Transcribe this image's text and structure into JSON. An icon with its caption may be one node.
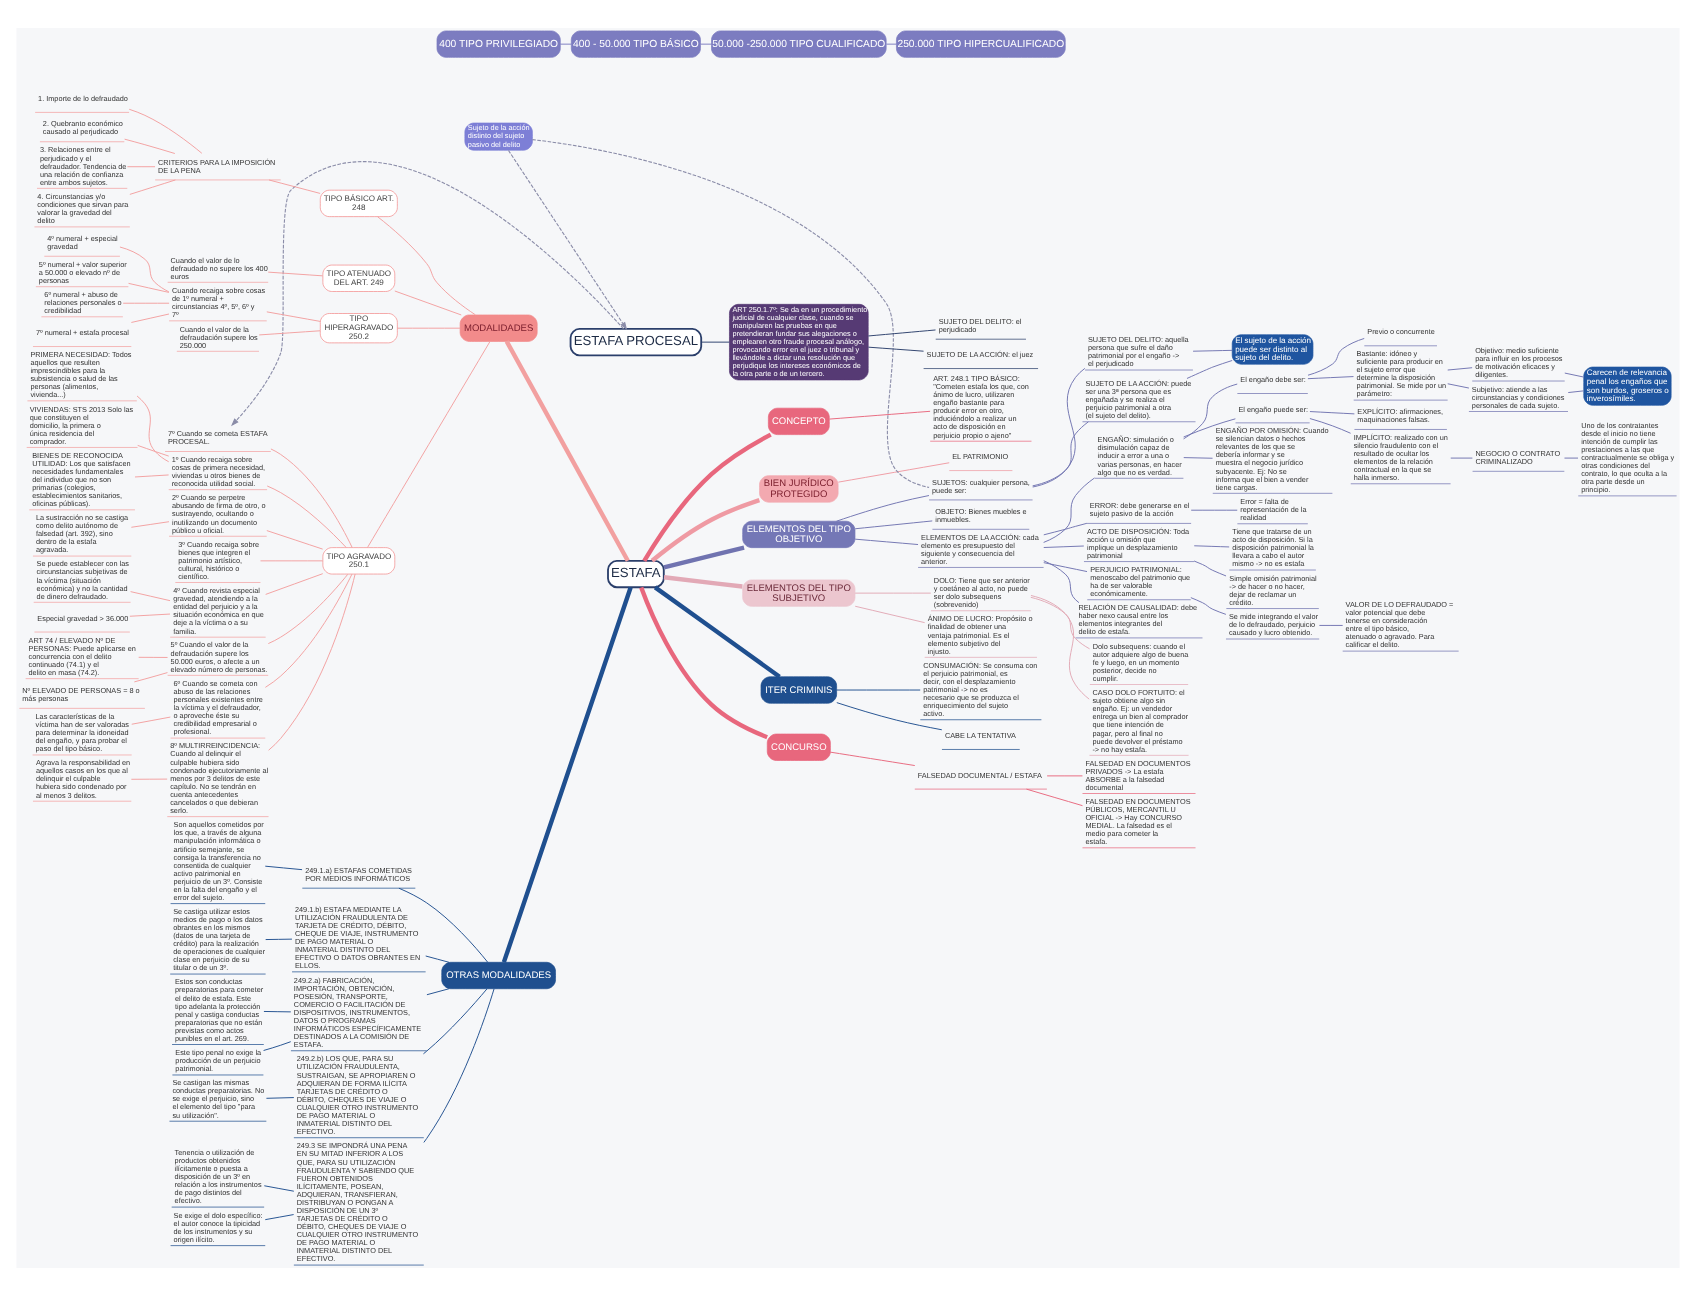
{
  "diagram": {
    "nodes": [
      {
        "text": [
          "ESTAFA"
        ]
      },
      {
        "text": [
          "CONCEPTO"
        ]
      },
      {
        "text": [
          "ART. 248.1 TIPO BÁSICO: \"Cometen estafa los que, con ánimo de lucro, utilizaren engaño bastante para producir error en otro, induciéndolo a realizar un acto de disposición en perjuicio propio o ajeno\""
        ]
      },
      {
        "text": [
          "BIEN JURÍDICO PROTEGIDO"
        ]
      },
      {
        "text": [
          "EL PATRIMONIO"
        ]
      },
      {
        "text": [
          "ELEMENTOS DEL TIPO OBJETIVO"
        ]
      },
      {
        "text": [
          "OBJETO: Bienes muebles e inmuebles."
        ]
      },
      {
        "text": [
          "ELEMENTOS DE LA ACCIÓN: cada elemento es presupuesto del siguiente y consecuencia del anterior."
        ]
      },
      {
        "text": [
          "ENGAÑO: simulación o disimulación capaz de inducir a error a una o varias personas, en hacer algo que no es verdad."
        ]
      },
      {
        "text": [
          "El engaño debe ser:"
        ]
      },
      {
        "text": [
          "Previo o concurrente"
        ]
      },
      {
        "text": [
          "Bastante: idóneo y suficiente para producir en el sujeto error que determine la disposición patrimonial. Se mide por un parámetro:"
        ]
      },
      {
        "text": [
          "Objetivo: medio suficiente para influir en los procesos de motivación eficaces y diligentes."
        ]
      },
      {
        "text": [
          "Subjetivo: atiende a las circunstancias y condiciones personales de cada sujeto."
        ]
      },
      {
        "text": [
          "Carecen de relevancia penal los engaños que son burdos, groseros o inverosímiles."
        ]
      },
      {
        "text": [
          "El engaño puede ser:"
        ]
      },
      {
        "text": [
          "EXPLÍCITO: afirmaciones, maquinaciones falsas."
        ]
      },
      {
        "text": [
          "IMPLÍCITO: realizado con un silencio fraudulento con el resultado de ocultar los elementos de la relación contractual en la que se halla inmerso."
        ]
      },
      {
        "text": [
          "NEGOCIO O CONTRATO CRIMINALIZADO"
        ]
      },
      {
        "text": [
          "Uno de los contratantes desde el inicio no tiene intención de cumplir las prestaciones a las que contractualmente se obliga y otras condiciones del contrato, lo que oculta a la otra parte desde un principio."
        ]
      },
      {
        "text": [
          "ENGAÑO POR OMISIÓN: Cuando se silencian datos o hechos relevantes de los que se debería informar y se muestra el negocio jurídico subyacente. Ej: No se informa que el bien a vender tiene cargas."
        ]
      },
      {
        "text": [
          "ERROR: debe generarse en el sujeto pasivo de la acción"
        ]
      },
      {
        "text": [
          "Error = falta de representación de la realidad"
        ]
      },
      {
        "text": [
          "ACTO DE DISPOSICIÓN: Toda acción u omisión que implique un desplazamiento patrimonial"
        ]
      },
      {
        "text": [
          "Tiene que tratarse de un acto de disposición. Si la disposición patrimonial la llevara a cabo el autor mismo -> no es estafa"
        ]
      },
      {
        "text": [
          "Simple omisión patrimonial -> de hacer o no hacer, dejar de reclamar un crédito."
        ]
      },
      {
        "text": [
          "PERJUICIO PATRIMONIAL: menoscabo del patrimonio que ha de ser valorable económicamente."
        ]
      },
      {
        "text": [
          "Se mide integrando el valor de lo defraudado, perjuicio causado y lucro obtenido."
        ]
      },
      {
        "text": [
          "VALOR DE LO DEFRAUDADO = valor potencial que debe tenerse en consideración entre el tipo básico, atenuado o agravado. Para calificar el delito."
        ]
      },
      {
        "text": [
          "RELACIÓN DE CAUSALIDAD: debe haber nexo causal entre los elementos integrantes del delito de estafa."
        ]
      },
      {
        "text": [
          "SUJETOS: cualquier persona, puede ser:"
        ]
      },
      {
        "text": [
          "SUJETO DEL DELITO: aquella persona que sufre el daño patrimonial por el engaño -> el perjudicado"
        ]
      },
      {
        "text": [
          "SUJETO DE LA ACCIÓN: puede ser una 3ª persona que es engañada y se realiza el perjuicio patrimonial a otra (el sujeto del delito)."
        ]
      },
      {
        "text": [
          "El sujeto de la acción puede ser distinto al sujeto del delito."
        ]
      },
      {
        "text": [
          "ELEMENTOS DEL TIPO SUBJETIVO"
        ]
      },
      {
        "text": [
          "DOLO: Tiene que ser anterior y coetáneo al acto, no puede ser dolo subsequens (sobrevenido)"
        ]
      },
      {
        "text": [
          "Dolo subsequens: cuando el autor adquiere algo de buena fe y luego, en un momento posterior, decide no cumplir."
        ]
      },
      {
        "text": [
          "CASO DOLO FORTUITO: el sujeto obtiene algo sin engaño. Ej: un vendedor entrega un bien al comprador que tiene intención de pagar, pero al final no puede devolver el préstamo -> no hay estafa."
        ]
      },
      {
        "text": [
          "ÁNIMO DE LUCRO: Propósito o finalidad de obtener una ventaja patrimonial. Es el elemento subjetivo del injusto."
        ]
      },
      {
        "text": [
          "ITER CRIMINIS"
        ]
      },
      {
        "text": [
          "CONSUMACIÓN: Se consuma con el perjuicio patrimonial, es decir, con el desplazamiento patrimonial -> no es necesario que se produzca el enriquecimiento del sujeto activo."
        ]
      },
      {
        "text": [
          "CABE LA TENTATIVA"
        ]
      },
      {
        "text": [
          "CONCURSO"
        ]
      },
      {
        "text": [
          "FALSEDAD DOCUMENTAL / ESTAFA"
        ]
      },
      {
        "text": [
          "FALSEDAD EN DOCUMENTOS PRIVADOS -> La estafa ABSORBE a la falsedad documental"
        ]
      },
      {
        "text": [
          "FALSEDAD EN DOCUMENTOS PÚBLICOS, MERCANTIL U OFICIAL -> Hay CONCURSO MEDIAL. La falsedad es el medio para cometer la estafa."
        ]
      },
      {
        "text": [
          "Sujeto de la acción distinto del sujeto pasivo del delito"
        ]
      },
      {
        "text": [
          "ESTAFA PROCESAL"
        ]
      },
      {
        "text": [
          "ART 250.1.7º: Se da en un procedimiento judicial de cualquier clase, cuando se manipularen las pruebas en que pretendieran fundar sus alegaciones o emplearen otro fraude procesal análogo, provocando error en el juez o tribunal y llevándole a dictar una resolución que perjudique los intereses económicos de la otra parte o de un tercero."
        ]
      },
      {
        "text": [
          "SUJETO DEL DELITO: el perjudicado"
        ]
      },
      {
        "text": [
          "SUJETO DE LA ACCIÓN: el juez"
        ]
      },
      {
        "text": [
          "OTRAS MODALIDADES"
        ]
      },
      {
        "text": [
          "249.1.a) ESTAFAS COMETIDAS POR MEDIOS INFORMÁTICOS"
        ]
      },
      {
        "text": [
          "Son aquellos cometidos por los que, a través de alguna manipulación informática o artificio semejante, se consiga la transferencia no consentida de cualquier activo patrimonial en perjuicio de un 3º. Consiste en la falta del engaño y el error del sujeto."
        ]
      },
      {
        "text": [
          "249.1.b) ESTAFA MEDIANTE LA UTILIZACIÓN FRAUDULENTA DE TARJETA DE CRÉDITO, DÉBITO, CHEQUE DE VIAJE, INSTRUMENTO DE PAGO MATERIAL O INMATERIAL DISTINTO DEL EFECTIVO O DATOS OBRANTES EN ELLOS."
        ]
      },
      {
        "text": [
          "Se castiga utilizar estos medios de pago o los datos obrantes en los mismos (datos de una tarjeta de crédito) para la realización de operaciones de cualquier clase en perjuicio de su titular o de un 3º."
        ]
      },
      {
        "text": [
          "249.2.a) FABRICACIÓN, IMPORTACIÓN, OBTENCIÓN, POSESIÓN, TRANSPORTE, COMERCIO O FACILITACIÓN DE DISPOSITIVOS, INSTRUMENTOS, DATOS O PROGRAMAS INFORMÁTICOS ESPECÍFICAMENTE DESTINADOS A LA COMISIÓN DE ESTAFA."
        ]
      },
      {
        "text": [
          "Estos son conductas preparatorias para cometer el delito de estafa. Este tipo adelanta la protección penal y castiga conductas preparatorias que no están previstas como actos punibles en el art. 269."
        ]
      },
      {
        "text": [
          "Este tipo penal no exige la producción de un perjuicio patrimonial."
        ]
      },
      {
        "text": [
          "249.2.b) LOS QUE, PARA SU UTILIZACIÓN FRAUDULENTA, SUSTRAIGAN, SE APROPIAREN O ADQUIERAN DE FORMA ILÍCITA TARJETAS DE CRÉDITO O DÉBITO, CHEQUES DE VIAJE O CUALQUIER OTRO INSTRUMENTO DE PAGO MATERIAL O INMATERIAL DISTINTO DEL EFECTIVO."
        ]
      },
      {
        "text": [
          "Se castigan las mismas conductas preparatorias. No se exige el perjuicio, sino el elemento del tipo \"para su utilización\"."
        ]
      },
      {
        "text": [
          "249.3 SE IMPONDRÁ UNA PENA EN SU MITAD INFERIOR A LOS QUE, PARA SU UTILIZACIÓN FRAUDULENTA Y SABIENDO QUE FUERON OBTENIDOS ILÍCITAMENTE, POSEAN, ADQUIERAN, TRANSFIERAN, DISTRIBUYAN O PONGAN A DISPOSICIÓN DE UN 3º TARJETAS DE CRÉDITO O DÉBITO, CHEQUES DE VIAJE O CUALQUIER OTRO INSTRUMENTO DE PAGO MATERIAL O INMATERIAL DISTINTO DEL EFECTIVO."
        ]
      },
      {
        "text": [
          "Tenencia o utilización de productos obtenidos ilícitamente o puesta a disposición de un 3º en relación a los instrumentos de pago distintos del efectivo."
        ]
      },
      {
        "text": [
          "Se exige el dolo específico: el autor conoce la tipicidad de los instrumentos y su origen ilícito."
        ]
      },
      {
        "text": [
          "MODALIDADES"
        ]
      },
      {
        "text": [
          "TIPO BÁSICO ART. 248"
        ]
      },
      {
        "text": [
          "CRITERIOS PARA LA IMPOSICIÓN DE LA PENA"
        ]
      },
      {
        "text": [
          "1. Importe de lo defraudado"
        ]
      },
      {
        "text": [
          "2. Quebranto económico causado al perjudicado"
        ]
      },
      {
        "text": [
          "3. Relaciones entre el perjudicado y el defraudador. Tendencia de una relación de confianza entre ambos sujetos."
        ]
      },
      {
        "text": [
          "4. Circunstancias y/o condiciones que sirvan para valorar la gravedad del delito"
        ]
      },
      {
        "text": [
          "TIPO ATENUADO DEL ART. 249"
        ]
      },
      {
        "text": [
          "Cuando el valor de lo defraudado no supere los 400 euros"
        ]
      },
      {
        "text": [
          "TIPO AGRAVADO 250.1"
        ]
      },
      {
        "text": [
          "1º Cuando recaiga sobre cosas de primera necesidad, viviendas u otros bienes de reconocida utilidad social."
        ]
      },
      {
        "text": [
          "PRIMERA NECESIDAD: Todos aquellos que resulten imprescindibles para la subsistencia o salud de las personas (alimentos, vivienda...)"
        ]
      },
      {
        "text": [
          "VIVIENDAS: STS 2013 Solo las que constituyen el domicilio, la primera o única residencia del comprador."
        ]
      },
      {
        "text": [
          "BIENES DE RECONOCIDA UTILIDAD: Los que satisfacen necesidades fundamentales del individuo que no son primarias (colegios, establecimientos sanitarios, oficinas públicas)."
        ]
      },
      {
        "text": [
          "2º Cuando se perpetre abusando de firma de otro, o sustrayendo, ocultando o inutilizando un documento público u oficial."
        ]
      },
      {
        "text": [
          "La sustracción no se castiga como delito autónomo de falsedad (art. 392), sino dentro de la estafa agravada."
        ]
      },
      {
        "text": [
          "3º Cuando recaiga sobre bienes que integren el patrimonio artístico, cultural, histórico o científico."
        ]
      },
      {
        "text": [
          "4º Cuando revista especial gravedad, atendiendo a la entidad del perjuicio y a la situación económica en que deje a la víctima o a su familia."
        ]
      },
      {
        "text": [
          "Se puede establecer con las circunstancias subjetivas de la víctima (situación económica) y no la cantidad de dinero defraudado."
        ]
      },
      {
        "text": [
          "Especial gravedad > 36.000"
        ]
      },
      {
        "text": [
          "5º Cuando el valor de la defraudación supere los 50.000 euros, o afecte a un elevado número de personas."
        ]
      },
      {
        "text": [
          "ART 74 / ELEVADO Nº DE PERSONAS: Puede aplicarse en concurrencia con el delito continuado (74.1) y el delito en masa (74.2)."
        ]
      },
      {
        "text": [
          "Nº ELEVADO DE PERSONAS = 8 o más personas"
        ]
      },
      {
        "text": [
          "6º Cuando se cometa con abuso de las relaciones personales existentes entre la víctima y el defraudador, o aproveche éste su credibilidad empresarial o profesional."
        ]
      },
      {
        "text": [
          "Las características de la víctima han de ser valoradas para determinar la idoneidad del engaño, y para probar el paso del tipo básico."
        ]
      },
      {
        "text": [
          "7º Cuando se cometa ESTAFA PROCESAL."
        ]
      },
      {
        "text": [
          "8º MULTIRREINCIDENCIA: Cuando al delinquir el culpable hubiera sido condenado ejecutoriamente al menos por 3 delitos de este capítulo. No se tendrán en cuenta antecedentes cancelados o que debieran serlo."
        ]
      },
      {
        "text": [
          "Agrava la responsabilidad en aquellos casos en los que al delinquir el culpable hubiera sido condenado por al menos 3 delitos."
        ]
      },
      {
        "text": [
          "TIPO HIPERAGRAVADO 250.2"
        ]
      },
      {
        "text": [
          "Cuando recaiga sobre cosas de 1º numeral + circunstancias 4º, 5º, 6º y 7º"
        ]
      },
      {
        "text": [
          "4º numeral + especial gravedad"
        ]
      },
      {
        "text": [
          "5º numeral + valor superior a 50.000 o elevado nº de personas"
        ]
      },
      {
        "text": [
          "6º numeral + abuso de relaciones personales o credibilidad"
        ]
      },
      {
        "text": [
          "7º numeral + estafa procesal"
        ]
      },
      {
        "text": [
          "Cuando el valor de la defraudación supere los 250.000"
        ]
      },
      {
        "text": [
          "400 TIPO PRIVILEGIADO"
        ]
      },
      {
        "text": [
          "400 - 50.000 TIPO BÁSICO"
        ]
      },
      {
        "text": [
          "50.000 -250.000 TIPO CUALIFICADO"
        ]
      },
      {
        "text": [
          "250.000 TIPO HIPERCUALIFICADO"
        ]
      }
    ],
    "edges": [
      {
        "from": 0,
        "to": 1,
        "arrow": "none",
        "style": "thick",
        "color": "#e8677d"
      },
      {
        "from": 1,
        "to": 2,
        "arrow": "none",
        "color": "#e8677d"
      },
      {
        "from": 0,
        "to": 3,
        "arrow": "none",
        "style": "thick",
        "color": "#ef9aa3"
      },
      {
        "from": 3,
        "to": 4,
        "arrow": "none",
        "color": "#ef9aa3"
      },
      {
        "from": 0,
        "to": 5,
        "arrow": "none",
        "style": "thick",
        "color": "#7073b0"
      },
      {
        "from": 5,
        "to": 6,
        "arrow": "none",
        "color": "#7073b0"
      },
      {
        "from": 5,
        "to": 7,
        "arrow": "none",
        "color": "#7073b0"
      },
      {
        "from": 7,
        "to": 8,
        "arrow": "none",
        "color": "#7073b0"
      },
      {
        "from": 8,
        "to": 9,
        "arrow": "none",
        "color": "#7073b0"
      },
      {
        "from": 9,
        "to": 10,
        "arrow": "none",
        "color": "#7073b0"
      },
      {
        "from": 9,
        "to": 11,
        "arrow": "none",
        "color": "#7073b0"
      },
      {
        "from": 11,
        "to": 12,
        "arrow": "none",
        "color": "#7073b0"
      },
      {
        "from": 11,
        "to": 13,
        "arrow": "none",
        "color": "#7073b0"
      },
      {
        "from": 12,
        "to": 14,
        "arrow": "none",
        "color": "#7073b0"
      },
      {
        "from": 13,
        "to": 14,
        "arrow": "none",
        "color": "#7073b0"
      },
      {
        "from": 8,
        "to": 15,
        "arrow": "none",
        "color": "#7073b0"
      },
      {
        "from": 15,
        "to": 16,
        "arrow": "none",
        "color": "#7073b0"
      },
      {
        "from": 15,
        "to": 17,
        "arrow": "none",
        "color": "#7073b0"
      },
      {
        "from": 17,
        "to": 18,
        "arrow": "none",
        "color": "#7073b0"
      },
      {
        "from": 18,
        "to": 19,
        "arrow": "none",
        "color": "#7073b0"
      },
      {
        "from": 8,
        "to": 20,
        "arrow": "none",
        "color": "#7073b0"
      },
      {
        "from": 7,
        "to": 21,
        "arrow": "none",
        "color": "#7073b0"
      },
      {
        "from": 21,
        "to": 22,
        "arrow": "none",
        "color": "#7073b0"
      },
      {
        "from": 7,
        "to": 23,
        "arrow": "none",
        "color": "#7073b0"
      },
      {
        "from": 23,
        "to": 24,
        "arrow": "none",
        "color": "#7073b0"
      },
      {
        "from": 23,
        "to": 25,
        "arrow": "none",
        "color": "#7073b0"
      },
      {
        "from": 7,
        "to": 26,
        "arrow": "none",
        "color": "#7073b0"
      },
      {
        "from": 26,
        "to": 27,
        "arrow": "none",
        "color": "#7073b0"
      },
      {
        "from": 27,
        "to": 28,
        "arrow": "none",
        "color": "#7073b0"
      },
      {
        "from": 7,
        "to": 29,
        "arrow": "none",
        "color": "#7073b0"
      },
      {
        "from": 5,
        "to": 30,
        "arrow": "none",
        "color": "#7073b0"
      },
      {
        "from": 30,
        "to": 31,
        "arrow": "none",
        "color": "#7073b0"
      },
      {
        "from": 30,
        "to": 32,
        "arrow": "none",
        "color": "#7073b0"
      },
      {
        "from": 31,
        "to": 33,
        "arrow": "none",
        "color": "#7073b0"
      },
      {
        "from": 32,
        "to": 33,
        "arrow": "none",
        "color": "#7073b0"
      },
      {
        "from": 0,
        "to": 34,
        "arrow": "none",
        "style": "thick",
        "color": "#e2a9b6"
      },
      {
        "from": 34,
        "to": 35,
        "arrow": "none",
        "color": "#e2a9b6"
      },
      {
        "from": 35,
        "to": 36,
        "arrow": "none",
        "color": "#e2a9b6"
      },
      {
        "from": 35,
        "to": 37,
        "arrow": "none",
        "color": "#e2a9b6"
      },
      {
        "from": 34,
        "to": 38,
        "arrow": "none",
        "color": "#e2a9b6"
      },
      {
        "from": 0,
        "to": 39,
        "arrow": "none",
        "style": "thick",
        "color": "#1f4f8f"
      },
      {
        "from": 39,
        "to": 40,
        "arrow": "none",
        "color": "#1f4f8f"
      },
      {
        "from": 39,
        "to": 41,
        "arrow": "none",
        "color": "#1f4f8f"
      },
      {
        "from": 0,
        "to": 42,
        "arrow": "none",
        "style": "thick",
        "color": "#e8677d"
      },
      {
        "from": 42,
        "to": 43,
        "arrow": "none",
        "color": "#e8677d"
      },
      {
        "from": 43,
        "to": 44,
        "arrow": "none",
        "color": "#e8677d"
      },
      {
        "from": 43,
        "to": 45,
        "arrow": "none",
        "color": "#e8677d"
      },
      {
        "from": 46,
        "to": 30,
        "arrow": "none",
        "style": "dashed",
        "color": "#8a8ca8"
      },
      {
        "from": 46,
        "to": 47,
        "arrow": "to",
        "style": "dashed",
        "color": "#8a8ca8"
      },
      {
        "from": 47,
        "to": 48,
        "arrow": "none",
        "color": "#2b3f6b"
      },
      {
        "from": 48,
        "to": 49,
        "arrow": "none",
        "color": "#2b3f6b"
      },
      {
        "from": 48,
        "to": 50,
        "arrow": "none",
        "color": "#2b3f6b"
      },
      {
        "from": 47,
        "to": 89,
        "arrow": "to",
        "style": "dashed",
        "color": "#8a8ca8"
      },
      {
        "from": 51,
        "to": 0,
        "arrow": "none",
        "style": "thick",
        "color": "#1f4f8f"
      },
      {
        "from": 52,
        "to": 51,
        "arrow": "none",
        "color": "#1f4f8f"
      },
      {
        "from": 53,
        "to": 52,
        "arrow": "none",
        "color": "#1f4f8f"
      },
      {
        "from": 54,
        "to": 51,
        "arrow": "none",
        "color": "#1f4f8f"
      },
      {
        "from": 55,
        "to": 54,
        "arrow": "none",
        "color": "#1f4f8f"
      },
      {
        "from": 56,
        "to": 51,
        "arrow": "none",
        "color": "#1f4f8f"
      },
      {
        "from": 57,
        "to": 56,
        "arrow": "none",
        "color": "#1f4f8f"
      },
      {
        "from": 58,
        "to": 56,
        "arrow": "none",
        "color": "#1f4f8f"
      },
      {
        "from": 59,
        "to": 51,
        "arrow": "none",
        "color": "#1f4f8f"
      },
      {
        "from": 60,
        "to": 59,
        "arrow": "none",
        "color": "#1f4f8f"
      },
      {
        "from": 61,
        "to": 51,
        "arrow": "none",
        "color": "#1f4f8f"
      },
      {
        "from": 62,
        "to": 61,
        "arrow": "none",
        "color": "#1f4f8f"
      },
      {
        "from": 63,
        "to": 61,
        "arrow": "none",
        "color": "#1f4f8f"
      },
      {
        "from": 64,
        "to": 0,
        "arrow": "none",
        "style": "thick"
      },
      {
        "from": 65,
        "to": 64,
        "arrow": "none"
      },
      {
        "from": 66,
        "to": 65,
        "arrow": "none"
      },
      {
        "from": 67,
        "to": 66,
        "arrow": "none"
      },
      {
        "from": 68,
        "to": 66,
        "arrow": "none"
      },
      {
        "from": 69,
        "to": 66,
        "arrow": "none"
      },
      {
        "from": 70,
        "to": 66,
        "arrow": "none"
      },
      {
        "from": 71,
        "to": 64,
        "arrow": "none"
      },
      {
        "from": 72,
        "to": 71,
        "arrow": "none"
      },
      {
        "from": 73,
        "to": 64,
        "arrow": "none"
      },
      {
        "from": 74,
        "to": 73,
        "arrow": "none"
      },
      {
        "from": 75,
        "to": 74,
        "arrow": "none"
      },
      {
        "from": 76,
        "to": 74,
        "arrow": "none"
      },
      {
        "from": 77,
        "to": 74,
        "arrow": "none"
      },
      {
        "from": 78,
        "to": 73,
        "arrow": "none"
      },
      {
        "from": 79,
        "to": 78,
        "arrow": "none"
      },
      {
        "from": 80,
        "to": 73,
        "arrow": "none"
      },
      {
        "from": 81,
        "to": 73,
        "arrow": "none"
      },
      {
        "from": 82,
        "to": 81,
        "arrow": "none"
      },
      {
        "from": 83,
        "to": 81,
        "arrow": "none"
      },
      {
        "from": 84,
        "to": 73,
        "arrow": "none"
      },
      {
        "from": 85,
        "to": 84,
        "arrow": "none"
      },
      {
        "from": 86,
        "to": 84,
        "arrow": "none"
      },
      {
        "from": 87,
        "to": 73,
        "arrow": "none"
      },
      {
        "from": 88,
        "to": 87,
        "arrow": "none"
      },
      {
        "from": 89,
        "to": 73,
        "arrow": "none"
      },
      {
        "from": 90,
        "to": 73,
        "arrow": "none"
      },
      {
        "from": 91,
        "to": 90,
        "arrow": "none"
      },
      {
        "from": 92,
        "to": 64,
        "arrow": "none"
      },
      {
        "from": 93,
        "to": 92,
        "arrow": "none"
      },
      {
        "from": 94,
        "to": 93,
        "arrow": "none"
      },
      {
        "from": 95,
        "to": 93,
        "arrow": "none"
      },
      {
        "from": 96,
        "to": 93,
        "arrow": "none"
      },
      {
        "from": 97,
        "to": 93,
        "arrow": "none"
      },
      {
        "from": 98,
        "to": 92,
        "arrow": "none"
      },
      {
        "from": 99,
        "to": 100,
        "arrow": "none",
        "color": "#7c7cc0"
      },
      {
        "from": 100,
        "to": 101,
        "arrow": "none",
        "color": "#7c7cc0"
      },
      {
        "from": 101,
        "to": 102,
        "arrow": "none",
        "color": "#7c7cc0"
      }
    ]
  }
}
